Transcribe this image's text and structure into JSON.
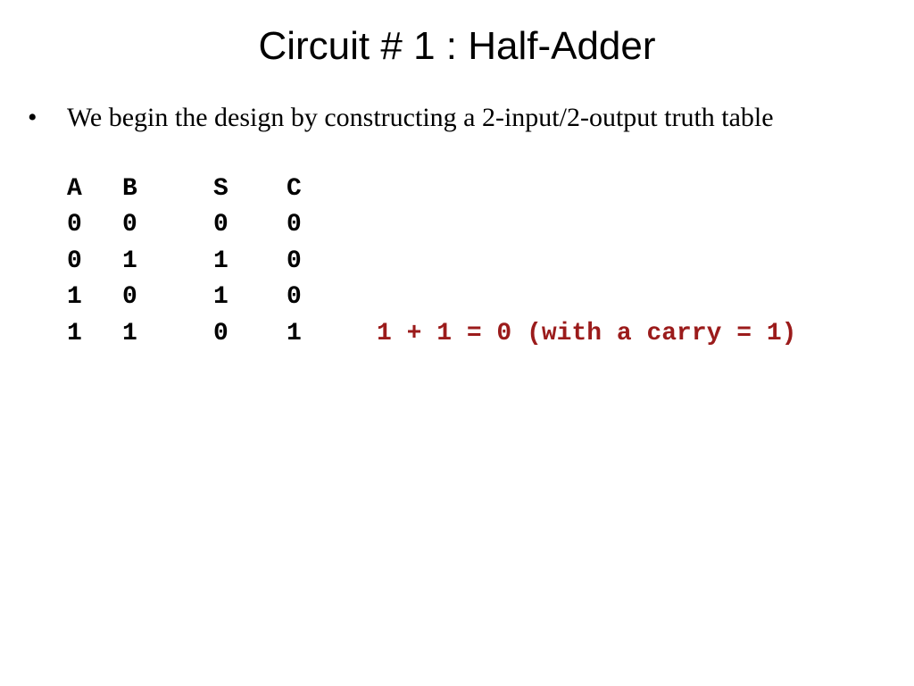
{
  "slide": {
    "title": "Circuit # 1 : Half-Adder",
    "bullet": {
      "marker": "•",
      "text": "We begin the design by constructing a 2-input/2-output truth table"
    },
    "truth_table": {
      "headers": [
        "A",
        "B",
        "S",
        "C"
      ],
      "rows": [
        [
          "0",
          "0",
          "0",
          "0"
        ],
        [
          "0",
          "1",
          "1",
          "0"
        ],
        [
          "1",
          "0",
          "1",
          "0"
        ],
        [
          "1",
          "1",
          "0",
          "1"
        ]
      ],
      "note": {
        "text": "1 + 1 = 0 (with a carry = 1)",
        "color": "#9b1b1b"
      }
    }
  }
}
